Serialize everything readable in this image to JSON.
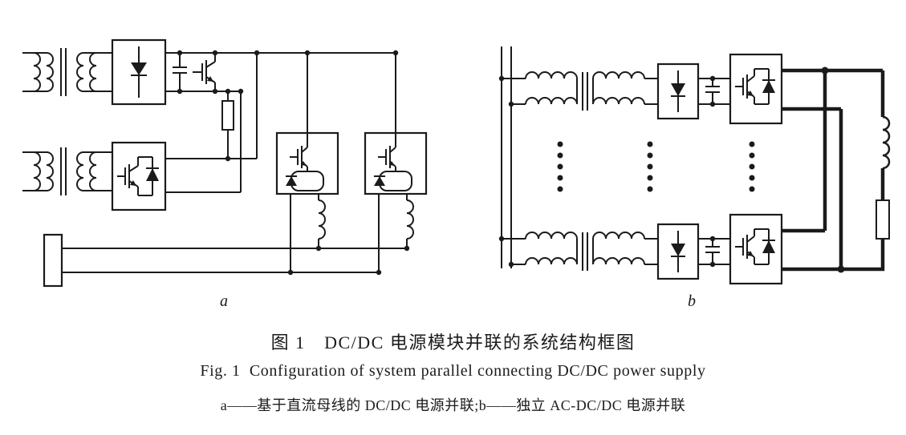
{
  "figure": {
    "panel_a_label": "a",
    "panel_b_label": "b",
    "caption_cn": "图 1　DC/DC 电源模块并联的系统结构框图",
    "caption_en": "Fig. 1  Configuration of system parallel connecting DC/DC power supply",
    "legend": "a——基于直流母线的 DC/DC 电源并联;b——独立 AC-DC/DC 电源并联"
  },
  "colors": {
    "ink": "#1b1b1b",
    "background": "#ffffff"
  },
  "components": {
    "diagram_a": [
      "transformer",
      "rectifier-diode",
      "dc-bus-capacitor",
      "igbt-chopper",
      "brake-resistor",
      "igbt-converter",
      "dcdc-module-1",
      "dcdc-module-2",
      "output-inductor",
      "dc-bus-battery-load"
    ],
    "diagram_b": [
      "ac-bus-lines",
      "transformer",
      "rectifier-diode",
      "dc-link-capacitor",
      "igbt-module",
      "repeated-modules-ellipsis",
      "load-inductor",
      "load-resistor"
    ]
  }
}
